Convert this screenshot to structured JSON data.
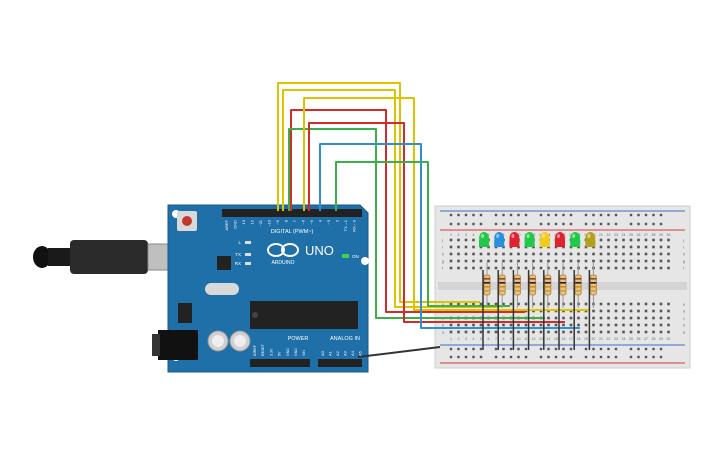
{
  "arduino": {
    "model": "UNO",
    "brand": "ARDUINO",
    "digital_header_label": "DIGITAL (PWM~)",
    "power_label": "POWER",
    "analog_label": "ANALOG IN",
    "on_label": "ON",
    "led_labels": [
      "L",
      "TX",
      "RX"
    ],
    "top_pins": [
      "AREF",
      "GND",
      "13",
      "12",
      "~11",
      "~10",
      "~9",
      "8",
      "7",
      "~6",
      "~5",
      "4",
      "~3",
      "2",
      "TX→1",
      "RX←0"
    ],
    "power_pins": [
      "IOREF",
      "RESET",
      "3.3V",
      "5V",
      "GND",
      "GND",
      "VIN"
    ],
    "analog_pins": [
      "A0",
      "A1",
      "A2",
      "A3",
      "A4",
      "A5"
    ],
    "board_color": "#1f6fa8"
  },
  "breadboard": {
    "column_numbers": [
      "1",
      "2",
      "3",
      "4",
      "5",
      "6",
      "7",
      "8",
      "9",
      "10",
      "11",
      "12",
      "13",
      "14",
      "15",
      "16",
      "17",
      "18",
      "19",
      "20",
      "21",
      "22",
      "23",
      "24",
      "25",
      "26",
      "27",
      "28",
      "29",
      "30"
    ],
    "row_letters_top": [
      "j",
      "i",
      "h",
      "g",
      "f"
    ],
    "row_letters_bottom": [
      "e",
      "d",
      "c",
      "b",
      "a"
    ]
  },
  "leds": [
    {
      "color": "green",
      "hex": "#22c84a"
    },
    {
      "color": "blue",
      "hex": "#2a8fe0"
    },
    {
      "color": "red",
      "hex": "#e0232f"
    },
    {
      "color": "green",
      "hex": "#22c84a"
    },
    {
      "color": "yellow",
      "hex": "#f2cc1c"
    },
    {
      "color": "red",
      "hex": "#e0232f"
    },
    {
      "color": "green",
      "hex": "#22c84a"
    },
    {
      "color": "olive",
      "hex": "#b3a11c"
    }
  ],
  "wires": [
    {
      "color": "#e0c300"
    },
    {
      "color": "#e0c300"
    },
    {
      "color": "#d42a2a"
    },
    {
      "color": "#3bb04a"
    },
    {
      "color": "#e0c300"
    },
    {
      "color": "#d42a2a"
    },
    {
      "color": "#2f8fd0"
    },
    {
      "color": "#3bb04a"
    }
  ],
  "ground_wire": {
    "color": "#333333"
  },
  "icons": [
    "usb-cable-icon",
    "reset-button-icon",
    "power-jack-icon",
    "capacitor-icon",
    "chip-icon",
    "arduino-logo-icon"
  ]
}
